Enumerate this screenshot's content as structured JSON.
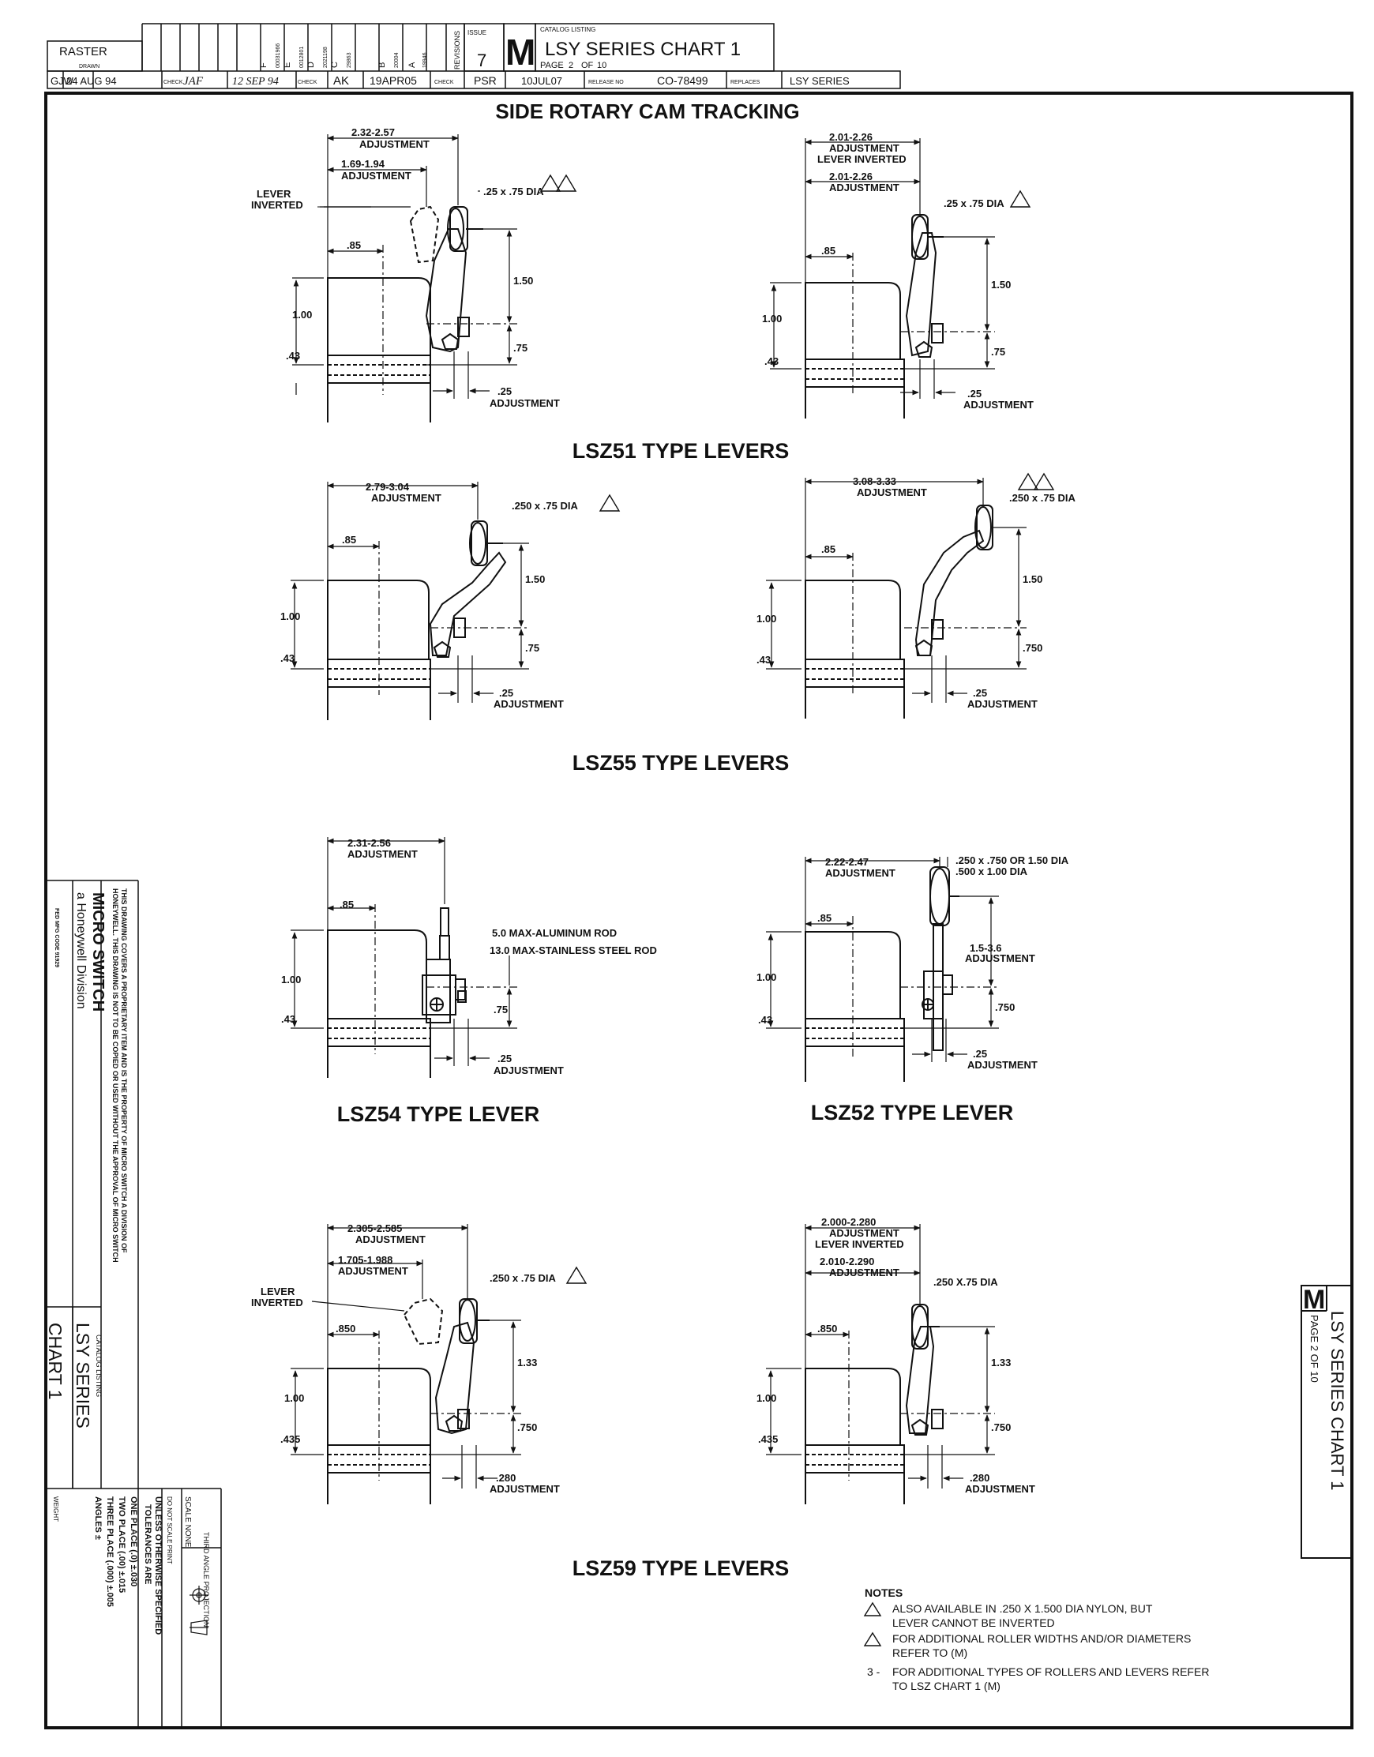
{
  "title_block": {
    "raster": "RASTER",
    "drawn": "DRAWN",
    "revisions_label": "REVISIONS",
    "revisions": [
      {
        "letter": "F",
        "text": "00031966"
      },
      {
        "letter": "E",
        "text": "0012801"
      },
      {
        "letter": "D",
        "text": "2021198"
      },
      {
        "letter": "C",
        "text": "29863"
      },
      {
        "letter": "B",
        "text": "20004"
      },
      {
        "letter": "A",
        "text": "19946"
      }
    ],
    "issue_label": "ISSUE",
    "issue_number": "7",
    "issue_letter": "M",
    "catalog_listing_label": "CATALOG LISTING",
    "chart_title": "LSY SERIES CHART 1",
    "page_label": "PAGE",
    "page": "2",
    "of_label": "OF",
    "page_total": "10",
    "drawn_by": "GJW",
    "drawn_date": "24 AUG 94",
    "check_label": "CHECK",
    "check1": "JAF",
    "check1_date": "12 SEP 94",
    "check2": "AK",
    "check2_date": "19APR05",
    "check3": "PSR",
    "check3_date": "10JUL07",
    "release_label": "RELEASE NO",
    "release_no": "CO-78499",
    "replaces_label": "REPLACES",
    "replaces": "LSY SERIES"
  },
  "main_title": "SIDE ROTARY CAM TRACKING",
  "diagrams": {
    "lsz51_left": {
      "dim_top": "2.32-2.57",
      "adj1": "ADJUSTMENT",
      "dim_mid": "1.69-1.94",
      "adj2": "ADJUSTMENT",
      "lever_inverted": "LEVER",
      "lever_inverted2": "INVERTED",
      "roller": ".25 x .75 DIA",
      "d85": ".85",
      "d150": "1.50",
      "d100": "1.00",
      "d75": ".75",
      "d43": ".43",
      "d25": ".25",
      "adj3": "ADJUSTMENT"
    },
    "lsz51_right": {
      "dim_top": "2.01-2.26",
      "adj1": "ADJUSTMENT",
      "lever_inv": "LEVER INVERTED",
      "dim_mid": "2.01-2.26",
      "adj2": "ADJUSTMENT",
      "roller": ".25 x .75 DIA",
      "d85": ".85",
      "d150": "1.50",
      "d100": "1.00",
      "d75": ".75",
      "d43": ".43",
      "d25": ".25",
      "adj3": "ADJUSTMENT"
    },
    "lsz51_label": "LSZ51   TYPE LEVERS",
    "lsz55_left": {
      "dim_top": "2.79-3.04",
      "adj1": "ADJUSTMENT",
      "roller": ".250 x .75 DIA",
      "d85": ".85",
      "d150": "1.50",
      "d100": "1.00",
      "d75": ".75",
      "d43": ".43",
      "d25": ".25",
      "adj3": "ADJUSTMENT"
    },
    "lsz55_right": {
      "dim_top": "3.08-3.33",
      "adj1": "ADJUSTMENT",
      "roller": ".250 x .75 DIA",
      "d85": ".85",
      "d150": "1.50",
      "d100": "1.00",
      "d75": ".750",
      "d43": ".43",
      "d25": ".25",
      "adj3": "ADJUSTMENT"
    },
    "lsz55_label": "LSZ55   TYPE LEVERS",
    "lsz54": {
      "dim_top": "2.31-2.56",
      "adj1": "ADJUSTMENT",
      "rod1": "5.0 MAX-ALUMINUM ROD",
      "rod2": "13.0 MAX-STAINLESS STEEL ROD",
      "d85": ".85",
      "d100": "1.00",
      "d75": ".75",
      "d43": ".43",
      "d25": ".25",
      "adj3": "ADJUSTMENT"
    },
    "lsz54_label": "LSZ54   TYPE LEVER",
    "lsz52": {
      "dim_top": "2.22-2.47",
      "adj1": "ADJUSTMENT",
      "roller1": ".250 x .750 OR 1.50 DIA",
      "roller2": ".500 x 1.00 DIA",
      "d85": ".85",
      "d15": "1.5-3.6",
      "adj2": "ADJUSTMENT",
      "d100": "1.00",
      "d75": ".750",
      "d43": ".43",
      "d25": ".25",
      "adj3": "ADJUSTMENT"
    },
    "lsz52_label": "LSZ52   TYPE LEVER",
    "lsz59_left": {
      "dim_top": "2.305-2.585",
      "adj1": "ADJUSTMENT",
      "dim_mid": "1.705-1.988",
      "adj2": "ADJUSTMENT",
      "lever_inverted": "LEVER",
      "lever_inverted2": "INVERTED",
      "roller": ".250 x .75 DIA",
      "d85": ".850",
      "d133": "1.33",
      "d100": "1.00",
      "d75": ".750",
      "d43": ".435",
      "d25": ".280",
      "adj3": "ADJUSTMENT"
    },
    "lsz59_right": {
      "dim_top": "2.000-2.280",
      "adj1": "ADJUSTMENT",
      "lever_inv": "LEVER INVERTED",
      "dim_mid": "2.010-2.290",
      "adj2": "ADJUSTMENT",
      "roller": ".250 X.75 DIA",
      "d85": ".850",
      "d133": "1.33",
      "d100": "1.00",
      "d75": ".750",
      "d43": ".435",
      "d25": ".280",
      "adj3": "ADJUSTMENT"
    },
    "lsz59_label": "LSZ59   TYPE LEVERS"
  },
  "notes": {
    "heading": "NOTES",
    "n1a": "ALSO AVAILABLE IN .250 X 1.500 DIA NYLON, BUT",
    "n1b": "LEVER CANNOT BE INVERTED",
    "n2a": "FOR ADDITIONAL ROLLER WIDTHS AND/OR DIAMETERS",
    "n2b": "REFER TO (M)",
    "n3num": "3 -",
    "n3a": "FOR ADDITIONAL TYPES OF ROLLERS AND LEVERS REFER",
    "n3b": "TO LSZ CHART 1 (M)"
  },
  "side_panel": {
    "proprietary1": "THIS DRAWING COVERS A PROPRIETARY ITEM AND IS THE PROPERTY OF MICRO SWITCH A DIVISION OF",
    "proprietary2": "HONEYWELL. THIS DRAWING IS NOT TO BE COPIED OR USED WITHOUT THE APPROVAL OF MICRO SWITCH",
    "brand": "MICRO SWITCH",
    "division": "a Honeywell Division",
    "fed_code": "FED MFG CODE 91929",
    "catalog_listing": "CATALOG LISTING",
    "series": "LSY SERIES",
    "chart": "CHART 1",
    "third_angle": "THIRD ANGLE PROJECTION",
    "scale": "SCALE NONE",
    "do_not_scale": "DO NOT SCALE PRINT",
    "tol_head1": "UNLESS OTHERWISE SPECIFIED",
    "tol_head2": "TOLERANCES ARE",
    "tol1": "ONE PLACE   (.0)    ±.030",
    "tol2": "TWO PLACE   (.00)   ±.015",
    "tol3": "THREE PLACE (.000)  ±.005",
    "tol4": "ANGLES             ±",
    "weight": "WEIGHT"
  },
  "right_tab": {
    "letter": "M",
    "series": "LSY SERIES CHART 1",
    "page": "PAGE 2 OF 10"
  }
}
